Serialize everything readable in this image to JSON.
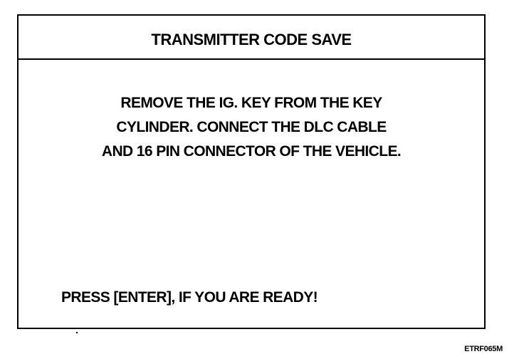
{
  "window": {
    "title": "TRANSMITTER CODE SAVE"
  },
  "instructions": {
    "line1": "REMOVE THE IG. KEY FROM THE KEY",
    "line2": "CYLINDER. CONNECT THE DLC CABLE",
    "line3": "AND 16 PIN CONNECTOR OF THE VEHICLE."
  },
  "prompt": {
    "text": "PRESS [ENTER], IF YOU ARE READY!"
  },
  "figure": {
    "code": "ETRF065M"
  }
}
